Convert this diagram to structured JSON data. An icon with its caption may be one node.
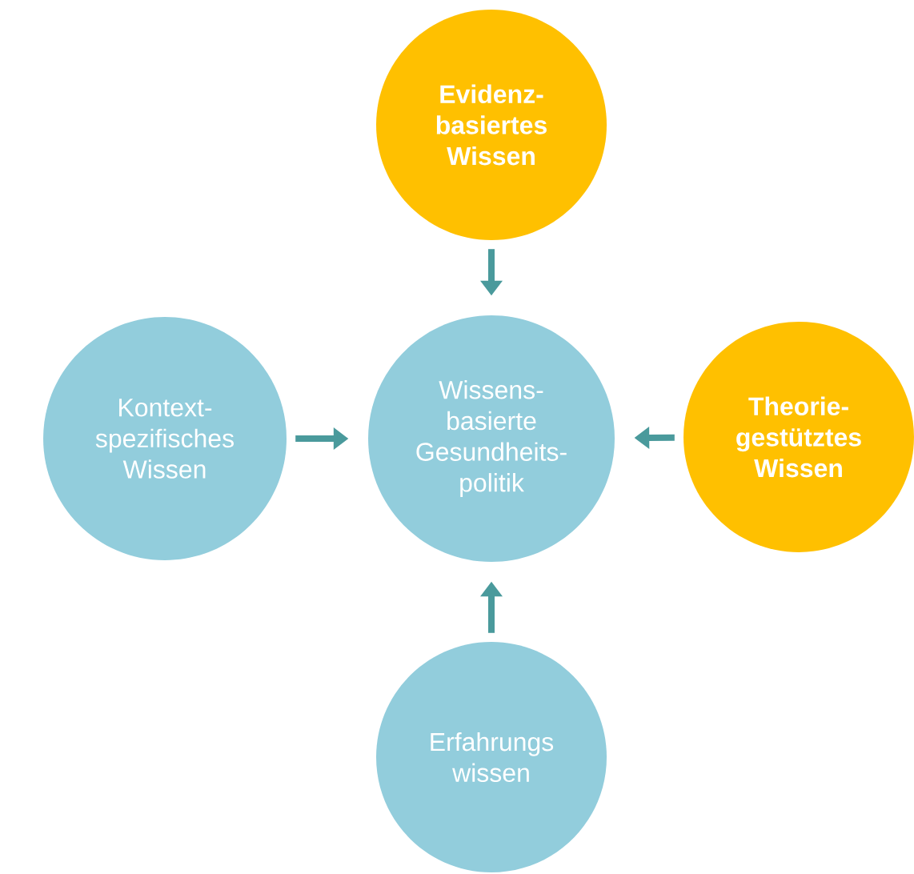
{
  "diagram": {
    "nodes": [
      {
        "text": [
          "Evidenz- basiertes Wissen"
        ]
      },
      {
        "text": [
          "Kontext- spezifisches Wissen"
        ]
      },
      {
        "text": [
          "Wissens- basierte Gesundheits- politik"
        ]
      },
      {
        "text": [
          "Theorie- gestütztes Wissen"
        ]
      },
      {
        "text": [
          "Erfahrungs wissen"
        ]
      }
    ],
    "edges": [
      {
        "from": 0,
        "to": 2,
        "arrow": "to"
      },
      {
        "from": 1,
        "to": 2,
        "arrow": "to"
      },
      {
        "from": 3,
        "to": 2,
        "arrow": "to"
      },
      {
        "from": 4,
        "to": 2,
        "arrow": "to"
      }
    ]
  }
}
